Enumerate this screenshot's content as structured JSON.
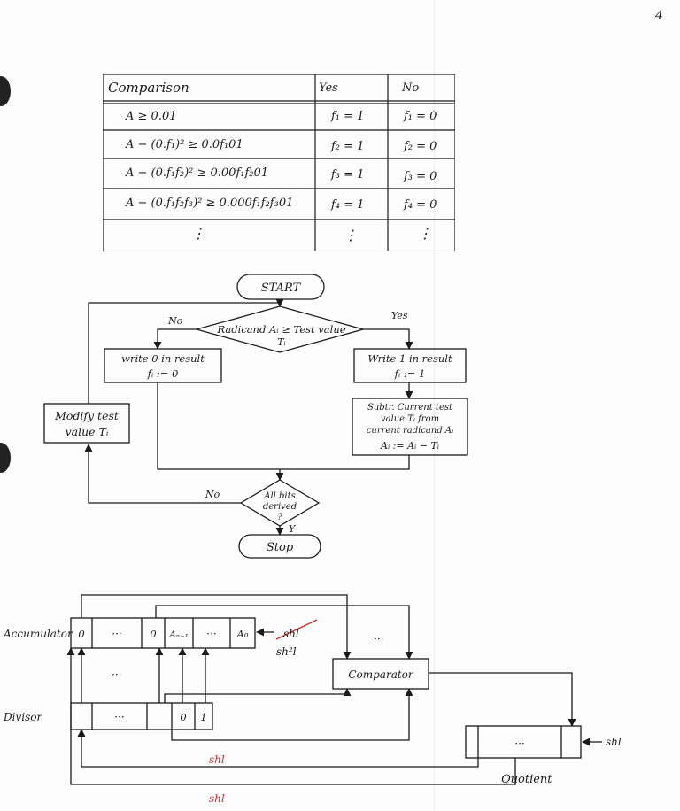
{
  "page_number": "4",
  "table": {
    "headers": [
      "Comparison",
      "Yes",
      "No"
    ],
    "rows": [
      [
        "A ≥ 0.01",
        "f₁ = 1",
        "f₁ = 0"
      ],
      [
        "A − (0.f₁)² ≥ 0.0f₁01",
        "f₂ = 1",
        "f₂ = 0"
      ],
      [
        "A − (0.f₁f₂)² ≥ 0.00f₁f₂01",
        "f₃ = 1",
        "f₃ = 0"
      ],
      [
        "A − (0.f₁f₂f₃)² ≥ 0.000f₁f₂f₃01",
        "f₄ = 1",
        "f₄ = 0"
      ],
      [
        "⋮",
        "⋮",
        "⋮"
      ]
    ]
  },
  "flowchart": {
    "start": "START",
    "decision1": [
      "Radicand Aᵢ ≥ Test value",
      "Tᵢ"
    ],
    "no_label": "No",
    "yes_label": "Yes",
    "write0": [
      "write 0 in result",
      "fᵢ := 0"
    ],
    "write1": [
      "Write 1 in result",
      "fᵢ := 1"
    ],
    "subtract": [
      "Subtr. Current test",
      "value Tᵢ from",
      "current radicand Aᵢ",
      "Aᵢ := Aᵢ − Tᵢ"
    ],
    "modify": [
      "Modify test",
      "value Tᵢ"
    ],
    "decision2": [
      "All bits",
      "derived",
      "?"
    ],
    "decision2_no": "No",
    "decision2_yes": "Y",
    "stop": "Stop"
  },
  "circuit": {
    "accumulator_label": "Accumulator",
    "acc_cells": [
      "0",
      "···",
      "0",
      "Aₙ₋₁",
      "···",
      "A₀"
    ],
    "shift_struck": "shl",
    "shift_new": "sh²l",
    "divisor_label": "Divisor",
    "div_cells": [
      "···",
      "0",
      "1"
    ],
    "vdots": "···",
    "comparator": "Comparator",
    "comp_dots": "···",
    "quotient_dots": "···",
    "quotient_shift": "shl",
    "quotient_label": "Quotient",
    "red_shl_1": "shl",
    "red_shl_2": "shl"
  },
  "colors": {
    "ink": "#1a1a1a",
    "red_ink": "#d62d2d"
  }
}
